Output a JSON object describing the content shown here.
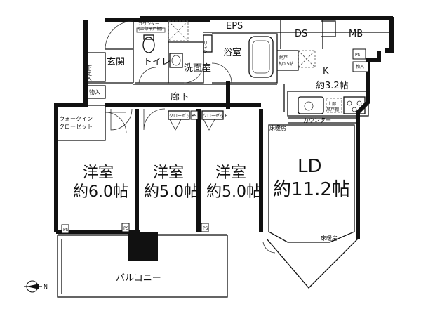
{
  "rooms": {
    "western_1": {
      "label": "洋室",
      "size": "約6.0帖"
    },
    "western_2": {
      "label": "洋室",
      "size": "約5.0帖"
    },
    "western_3": {
      "label": "洋室",
      "size": "約5.0帖"
    },
    "ld": {
      "label": "LD",
      "size": "約11.2帖"
    },
    "kitchen": {
      "label": "K",
      "size": "約3.2帖"
    },
    "entrance": "玄関",
    "toilet": "トイレ",
    "washroom": "洗面室",
    "bathroom": "浴室",
    "hallway": "廊下",
    "balcony": "バルコニー",
    "shoe_storage": "下足入",
    "storage": "物入",
    "storage_k": "物入",
    "walk_in_closet_1": "ウォークイン",
    "walk_in_closet_2": "クローゼット",
    "closet_1": "クローゼット",
    "closet_2": "クローゼット",
    "pantry_1": "納戸",
    "pantry_2": "約0.5帖",
    "counter_toilet_1": "カウンター",
    "counter_toilet_2": "(上部吊戸棚)",
    "kitchen_counter": "カウンター",
    "upper_cabinet_1": "上部",
    "upper_cabinet_2": "吊戸棚",
    "floor_heating_1": "床暖房",
    "floor_heating_2": "床暖房",
    "shelf": "リネン"
  },
  "shafts": {
    "eps": "EPS",
    "ds": "DS",
    "mb": "MB"
  },
  "ps_labels": [
    "PS",
    "PS",
    "PS",
    "PS",
    "PS"
  ],
  "compass": {
    "label": "N"
  }
}
